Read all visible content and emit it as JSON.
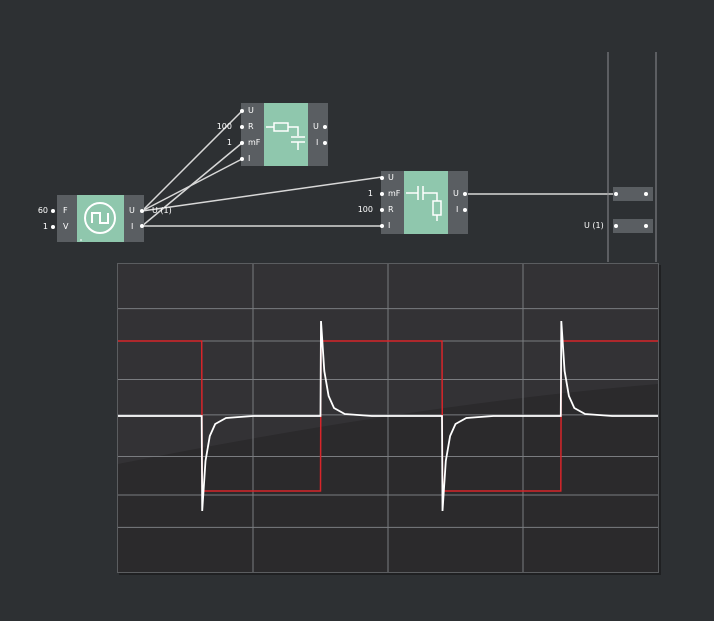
{
  "generator": {
    "inputs": [
      {
        "value": "60",
        "name": "F"
      },
      {
        "value": "1",
        "name": "V"
      }
    ],
    "outputs": [
      "U",
      "I"
    ],
    "u_tag": "U (1)"
  },
  "rc_lowpass": {
    "inputs": [
      {
        "value": "",
        "name": "U"
      },
      {
        "value": "100",
        "name": "R"
      },
      {
        "value": "1",
        "name": "mF"
      },
      {
        "value": "",
        "name": "I"
      }
    ],
    "outputs": [
      "U",
      "I"
    ]
  },
  "rc_highpass": {
    "inputs": [
      {
        "value": "",
        "name": "U"
      },
      {
        "value": "1",
        "name": "mF"
      },
      {
        "value": "100",
        "name": "R"
      },
      {
        "value": "",
        "name": "I"
      }
    ],
    "outputs": [
      "U",
      "I"
    ]
  },
  "probe_bottom_label": "U (1)",
  "colors": {
    "background": "#2d3033",
    "module_bar": "#5a5e62",
    "module_panel": "#8fc7ad",
    "wire": "#d8d8d8",
    "trace_red": "#d8252a",
    "trace_white": "#ffffff",
    "scope_grid": "#7a7c80"
  },
  "chart_data": {
    "type": "line",
    "grid": true,
    "series": [
      {
        "color": "#d8252a",
        "x": [
          0,
          0.155,
          0.156,
          0.375,
          0.376,
          0.6,
          0.601,
          0.82,
          0.821,
          1
        ],
        "y": [
          0.75,
          0.75,
          -0.75,
          -0.75,
          0.75,
          0.75,
          -0.75,
          -0.75,
          0.75,
          0.75
        ]
      },
      {
        "color": "#ffffff",
        "x": [
          0,
          0.155,
          0.156,
          0.162,
          0.17,
          0.18,
          0.2,
          0.25,
          0.375,
          0.376,
          0.382,
          0.39,
          0.4,
          0.42,
          0.47,
          0.6,
          0.601,
          0.607,
          0.615,
          0.625,
          0.645,
          0.695,
          0.82,
          0.821,
          0.827,
          0.835,
          0.845,
          0.865,
          0.915,
          1
        ],
        "y": [
          0,
          0,
          -0.95,
          -0.45,
          -0.2,
          -0.08,
          -0.02,
          0,
          0,
          0.95,
          0.45,
          0.2,
          0.08,
          0.02,
          0,
          0,
          -0.95,
          -0.45,
          -0.2,
          -0.08,
          -0.02,
          0,
          0,
          0.95,
          0.45,
          0.2,
          0.08,
          0.02,
          0,
          0
        ]
      }
    ]
  }
}
